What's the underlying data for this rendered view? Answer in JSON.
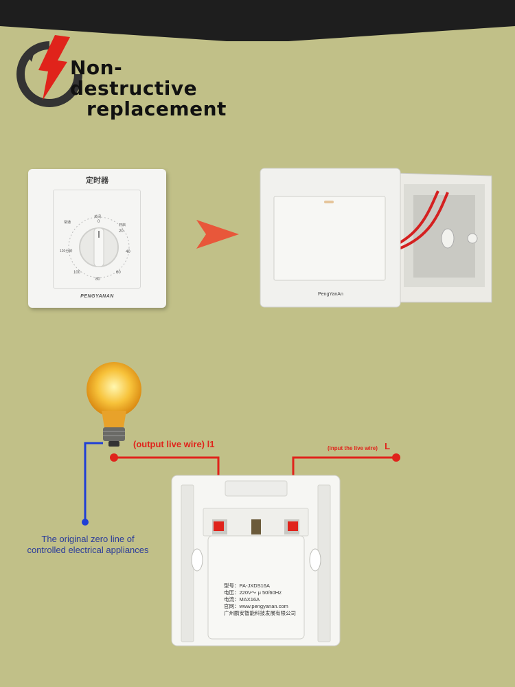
{
  "header": {
    "title_line1": "Non-destructive",
    "title_line2": "replacement",
    "icon": "lightning-refresh-icon"
  },
  "timer_panel": {
    "title": "定时器",
    "brand": "PENGYANAN",
    "dial_labels": [
      "常通",
      "关闭",
      "0",
      "开启",
      "20",
      "40",
      "60",
      "80",
      "100",
      "120分钟"
    ]
  },
  "switch_panel": {
    "brand": "PengYanAn"
  },
  "wiring": {
    "output_label": "(output live wire) l1",
    "input_label": "(input the live wire)",
    "input_terminal": "L",
    "neutral_label_line1": "The original zero line of",
    "neutral_label_line2": "controlled electrical appliances",
    "colors": {
      "live": "#e0231b",
      "neutral": "#1f3fd6"
    }
  },
  "back_label": {
    "model": "型号：PA-JXDS16A",
    "voltage": "电压：220V～ μ 50/60Hz",
    "current": "电流：MAX16A",
    "website": "官网：www.pengyanan.com",
    "company": "广州鹏安智能科技发展有限公司"
  }
}
